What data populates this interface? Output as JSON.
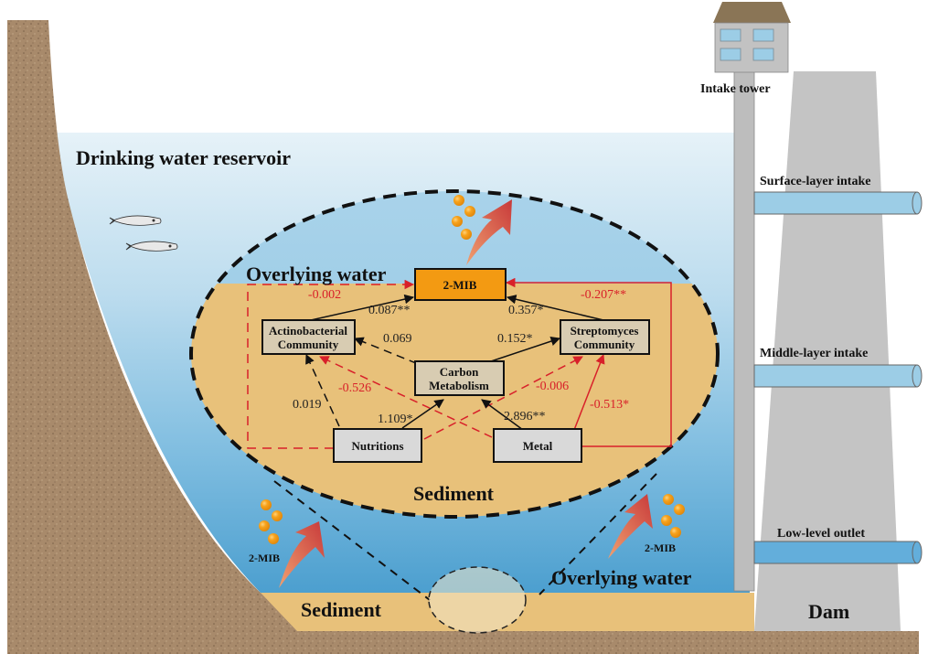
{
  "labels": {
    "reservoir": "Drinking water reservoir",
    "intake_tower": "Intake tower",
    "surface_intake": "Surface-layer intake",
    "middle_intake": "Middle-layer intake",
    "low_outlet": "Low-level outlet",
    "dam": "Dam",
    "sediment_bottom": "Sediment",
    "overlying_water_bottom": "Overlying water",
    "overlying_water_zoom": "Overlying water",
    "sediment_zoom": "Sediment",
    "mib_left": "2-MIB",
    "mib_right": "2-MIB"
  },
  "nodes": {
    "mib": "2-MIB",
    "actino": [
      "Actinobacterial",
      "Community"
    ],
    "strepto": [
      "Streptomyces",
      "Community"
    ],
    "carbon": [
      "Carbon",
      "Metabolism"
    ],
    "nutritions": "Nutritions",
    "metal": "Metal"
  },
  "paths": {
    "actino_to_mib": "0.087**",
    "strepto_to_mib": "0.357*",
    "carbon_to_actino": "0.069",
    "carbon_to_strepto": "0.152*",
    "nutritions_to_actino": "0.019",
    "nutritions_to_carbon": "1.109*",
    "metal_to_carbon": "2.896**",
    "nutritions_to_mib": "-0.002",
    "metal_to_mib": "-0.207**",
    "metal_to_actino": "-0.526",
    "nutritions_to_strepto": "-0.006",
    "metal_to_strepto": "-0.513*"
  },
  "colors": {
    "water_light": "#dcedf6",
    "water_mid": "#9ccbe2",
    "water_deep": "#4fa3d2",
    "sediment": "#e8c17a",
    "soil": "#a88a6b",
    "concrete": "#c4c4c4",
    "mib_box": "#f39a12",
    "node_box": "#d8ccb2",
    "input_box": "#d9d9d9",
    "negative": "#d8202a",
    "positive": "#111111",
    "bubble": "#f39a12",
    "pipe": "#8fcbe3"
  }
}
